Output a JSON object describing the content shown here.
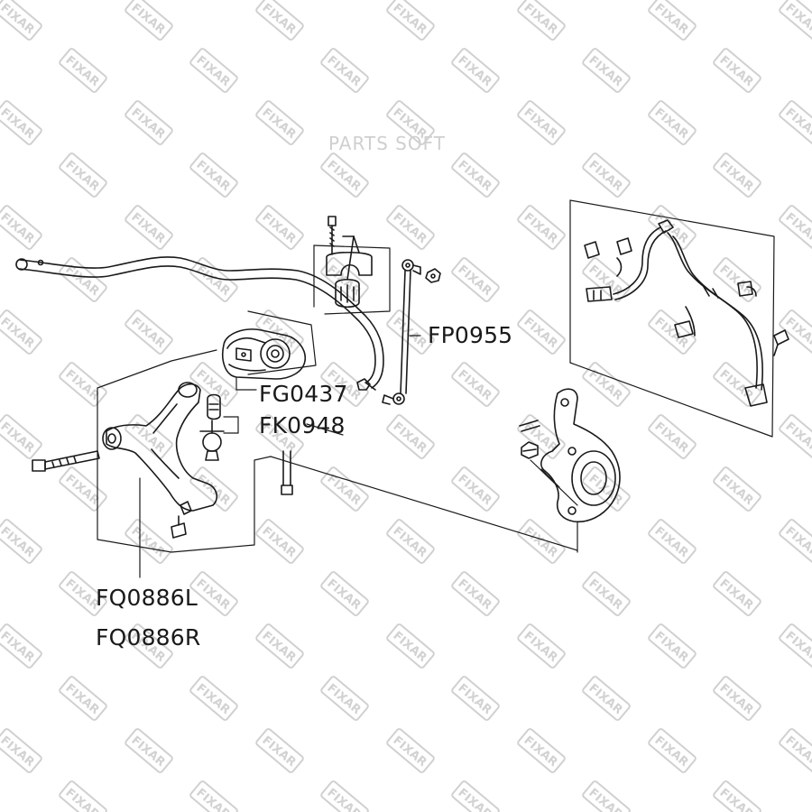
{
  "watermark": {
    "text": "FIXAR",
    "color": "#d0d0d0"
  },
  "brand": {
    "text": "PARTS SOFT"
  },
  "callouts": {
    "fp0955": "FP0955",
    "fg0437": "FG0437",
    "fk0948": "FK0948",
    "fq0886l": "FQ0886L",
    "fq0886r": "FQ0886R"
  },
  "colors": {
    "line": "#1a1a1a",
    "watermark": "#d0d0d0",
    "background": "#ffffff"
  }
}
